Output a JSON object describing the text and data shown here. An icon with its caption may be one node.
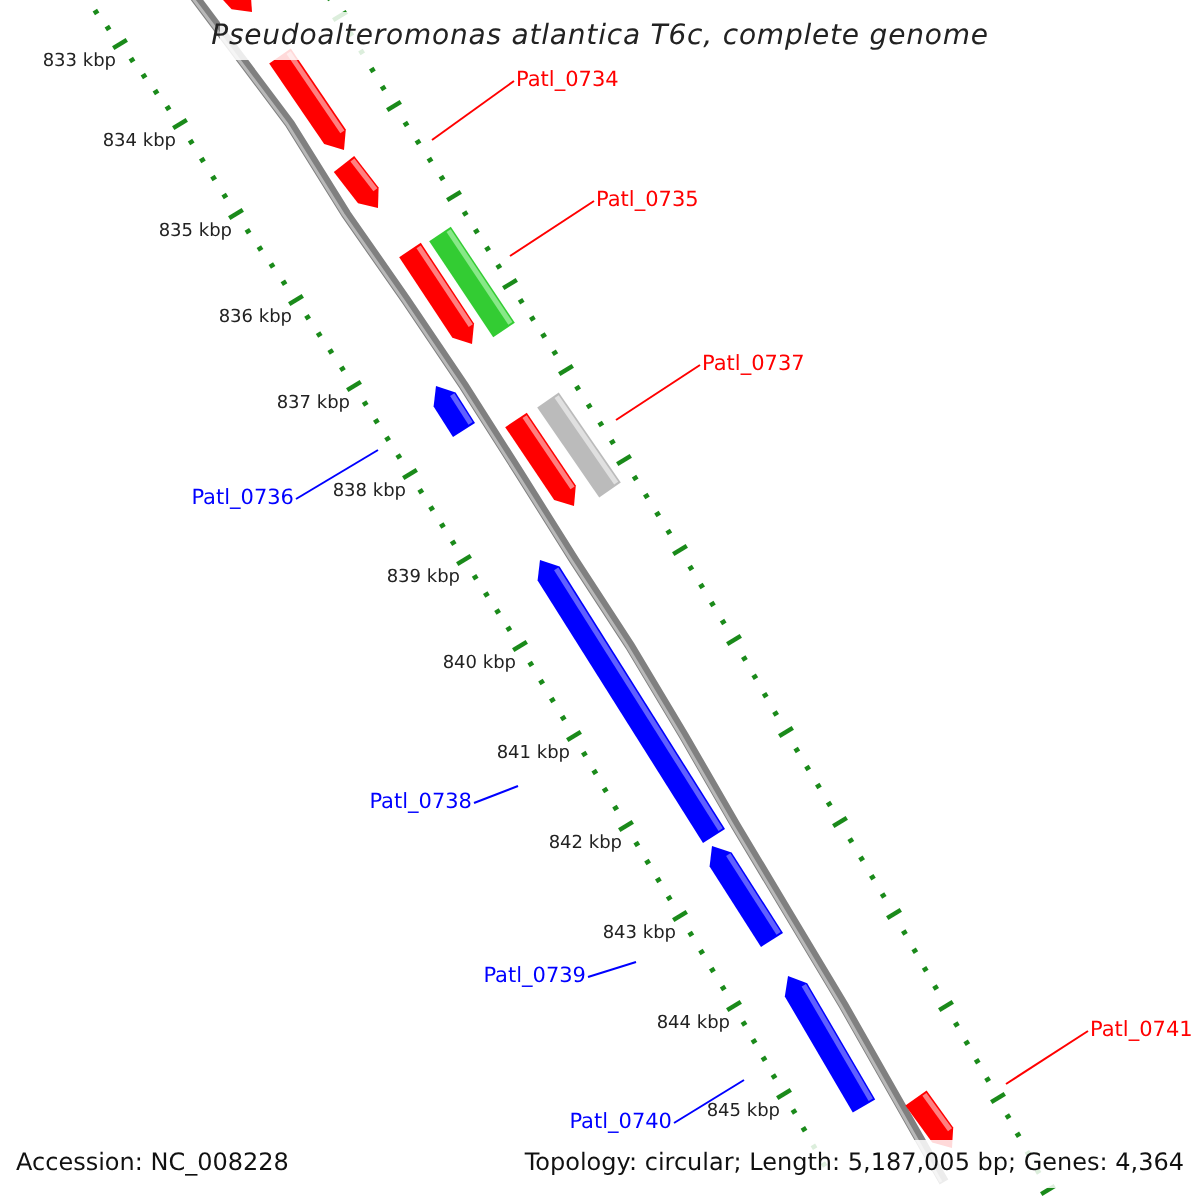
{
  "diagram": {
    "title": "Pseudoalteromonas atlantica T6c, complete genome",
    "nodes": [
      {
        "text": [
          "Patl_0734"
        ]
      },
      {
        "text": [
          "Patl_0735"
        ]
      },
      {
        "text": [
          "Patl_0737"
        ]
      },
      {
        "text": [
          "Patl_0736"
        ]
      },
      {
        "text": [
          "Patl_0738"
        ]
      },
      {
        "text": [
          "Patl_0739"
        ]
      },
      {
        "text": [
          "Patl_0740"
        ]
      },
      {
        "text": [
          "Patl_0741"
        ]
      }
    ],
    "edges": [
      {
        "from": 0,
        "to": null,
        "arrow": "none"
      },
      {
        "from": 1,
        "to": null,
        "arrow": "none"
      },
      {
        "from": 2,
        "to": null,
        "arrow": "none"
      },
      {
        "from": 3,
        "to": null,
        "arrow": "none",
        "color": "#0000ff"
      },
      {
        "from": 4,
        "to": null,
        "arrow": "none",
        "color": "#0000ff"
      },
      {
        "from": 5,
        "to": null,
        "arrow": "none",
        "color": "#0000ff"
      },
      {
        "from": 6,
        "to": null,
        "arrow": "none",
        "color": "#0000ff"
      },
      {
        "from": 7,
        "to": null,
        "arrow": "none"
      }
    ],
    "labels": [
      "833 kbp",
      "834 kbp",
      "835 kbp",
      "836 kbp",
      "837 kbp",
      "838 kbp",
      "839 kbp",
      "840 kbp",
      "841 kbp",
      "842 kbp",
      "843 kbp",
      "844 kbp",
      "845 kbp",
      "Accession: NC_008228",
      "Topology: circular; Length: 5,187,005 bp; Genes: 4,364"
    ]
  }
}
